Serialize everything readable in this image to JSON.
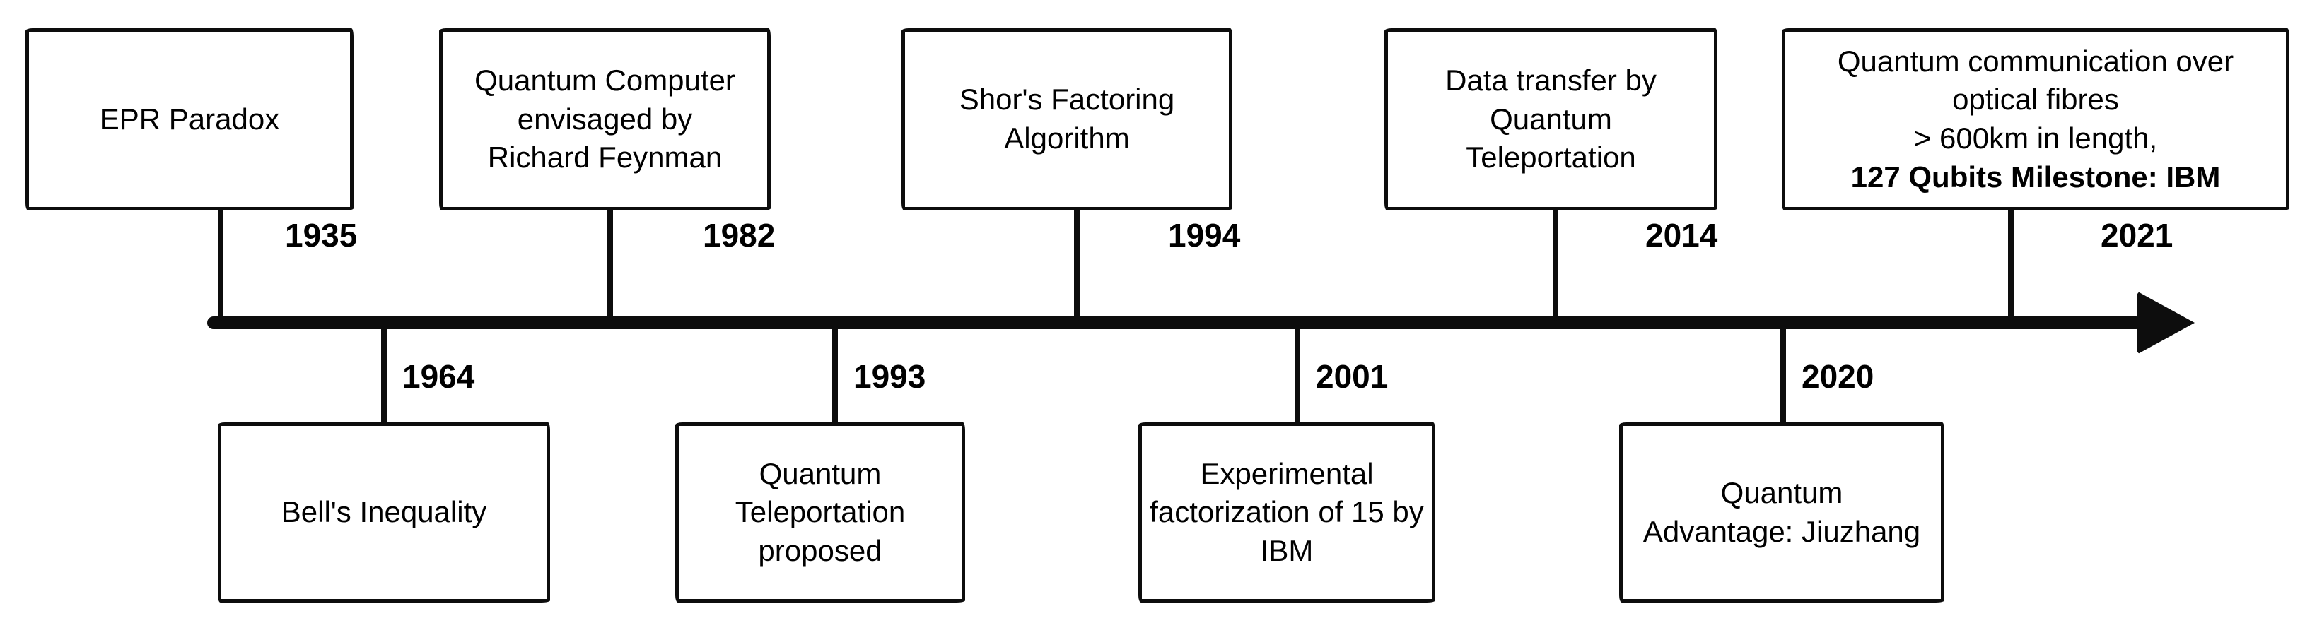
{
  "diagram": {
    "type": "timeline",
    "background": "#ffffff",
    "ink_color": "#0d0d0d",
    "axis": {
      "direction": "left-to-right",
      "arrow_icon": "arrowhead-right"
    },
    "events_top": [
      {
        "year": "1935",
        "label": "EPR Paradox"
      },
      {
        "year": "1982",
        "label": "Quantum Computer\nenvisaged by\nRichard Feynman"
      },
      {
        "year": "1994",
        "label": "Shor's Factoring\nAlgorithm"
      },
      {
        "year": "2014",
        "label": "Data transfer by\nQuantum\nTeleportation"
      },
      {
        "year": "2021",
        "label": "Quantum communication over\noptical fibres\n> 600km in length,",
        "label_bold": "127 Qubits Milestone: IBM"
      }
    ],
    "events_bottom": [
      {
        "year": "1964",
        "label": "Bell's Inequality"
      },
      {
        "year": "1993",
        "label": "Quantum\nTeleportation\nproposed"
      },
      {
        "year": "2001",
        "label": "Experimental\nfactorization of 15 by\nIBM"
      },
      {
        "year": "2020",
        "label": "Quantum\nAdvantage: Jiuzhang"
      }
    ]
  }
}
